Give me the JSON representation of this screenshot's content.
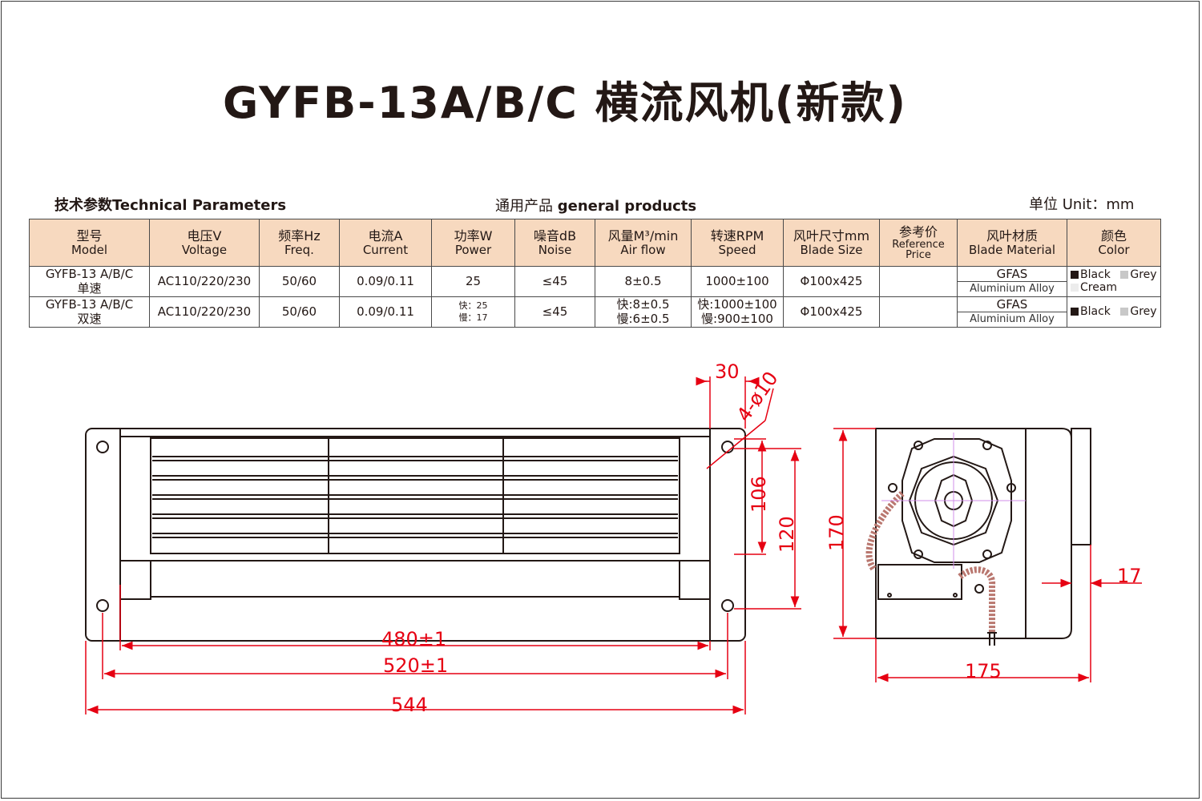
{
  "title": "GYFB-13A/B/C 横流风机(新款)",
  "section": {
    "tech_cn": "技术参数",
    "tech_en": "Technical Parameters",
    "general_cn": "通用产品",
    "general_en": "general products",
    "unit": "单位 Unit：mm"
  },
  "table": {
    "headers": [
      {
        "cn": "型号",
        "en": "Model"
      },
      {
        "cn": "电压V",
        "en": "Voltage"
      },
      {
        "cn": "频率Hz",
        "en": "Freq."
      },
      {
        "cn": "电流A",
        "en": "Current"
      },
      {
        "cn": "功率W",
        "en": "Power"
      },
      {
        "cn": "噪音dB",
        "en": "Noise"
      },
      {
        "cn": "风量M³/min",
        "en": "Air flow"
      },
      {
        "cn": "转速RPM",
        "en": "Speed"
      },
      {
        "cn": "风叶尺寸mm",
        "en": "Blade Size"
      },
      {
        "cn": "参考价",
        "en": "Reference Price"
      },
      {
        "cn": "风叶材质",
        "en": "Blade Material"
      },
      {
        "cn": "颜色",
        "en": "Color"
      }
    ],
    "rows": [
      {
        "model": "GYFB-13 A/B/C",
        "model_type": "单速",
        "voltage": "AC110/220/230",
        "freq": "50/60",
        "current": "0.09/0.11",
        "power": "25",
        "noise": "≤45",
        "airflow": "8±0.5",
        "speed": "1000±100",
        "blade_size": "Φ100x425",
        "price": "",
        "material_top": "GFAS",
        "material_bot": "Aluminium Alloy",
        "color_1": "Black",
        "color_2": "Grey",
        "color_3": "Cream"
      },
      {
        "model": "GYFB-13 A/B/C",
        "model_type": "双速",
        "voltage": "AC110/220/230",
        "freq": "50/60",
        "current": "0.09/0.11",
        "power_fast": "快：25",
        "power_slow": "慢：17",
        "noise": "≤45",
        "airflow_fast": "快:8±0.5",
        "airflow_slow": "慢:6±0.5",
        "speed_fast": "快:1000±100",
        "speed_slow": "慢:900±100",
        "blade_size": "Φ100x425",
        "price": "",
        "material_top": "GFAS",
        "material_bot": "Aluminium Alloy",
        "color_1": "Black",
        "color_2": "Grey"
      }
    ]
  },
  "dimensions": {
    "d30": "30",
    "holes": "4-ø10",
    "d106": "106",
    "d120": "120",
    "d480": "480±1",
    "d520": "520±1",
    "d544": "544",
    "d170": "170",
    "d17": "17",
    "d175": "175"
  },
  "colors": {
    "header_bg": "#f7d9bf",
    "dimension_red": "#e60012",
    "black_swatch": "#231815",
    "grey_swatch": "#c8c8c8",
    "cream_swatch": "#ececec"
  }
}
